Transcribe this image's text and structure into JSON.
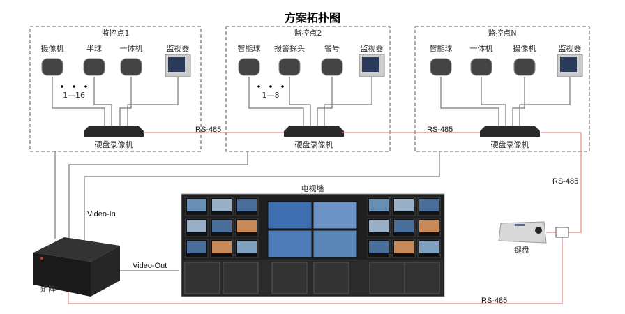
{
  "title": "方案拓扑图",
  "sites": [
    {
      "label": "监控点1",
      "devices": [
        "摄像机",
        "半球",
        "一体机",
        "监视器"
      ],
      "count": "1—16",
      "dvr": "硬盘录像机"
    },
    {
      "label": "监控点2",
      "devices": [
        "智能球",
        "报警探头",
        "警号",
        "监视器"
      ],
      "count": "1—8",
      "dvr": "硬盘录像机"
    },
    {
      "label": "监控点N",
      "devices": [
        "智能球",
        "一体机",
        "摄像机",
        "监视器"
      ],
      "dvr": "硬盘录像机"
    }
  ],
  "links": {
    "rs485_a": "RS-485",
    "rs485_b": "RS-485",
    "rs485_c": "RS-485",
    "rs485_d": "RS-485",
    "video_in": "Video-In",
    "video_out": "Video-Out"
  },
  "matrix": "矩阵",
  "tvwall": "电视墙",
  "keyboard": "键盘",
  "colors": {
    "rs485": "#e8888a",
    "video": "#777777",
    "frame": "#555555"
  }
}
